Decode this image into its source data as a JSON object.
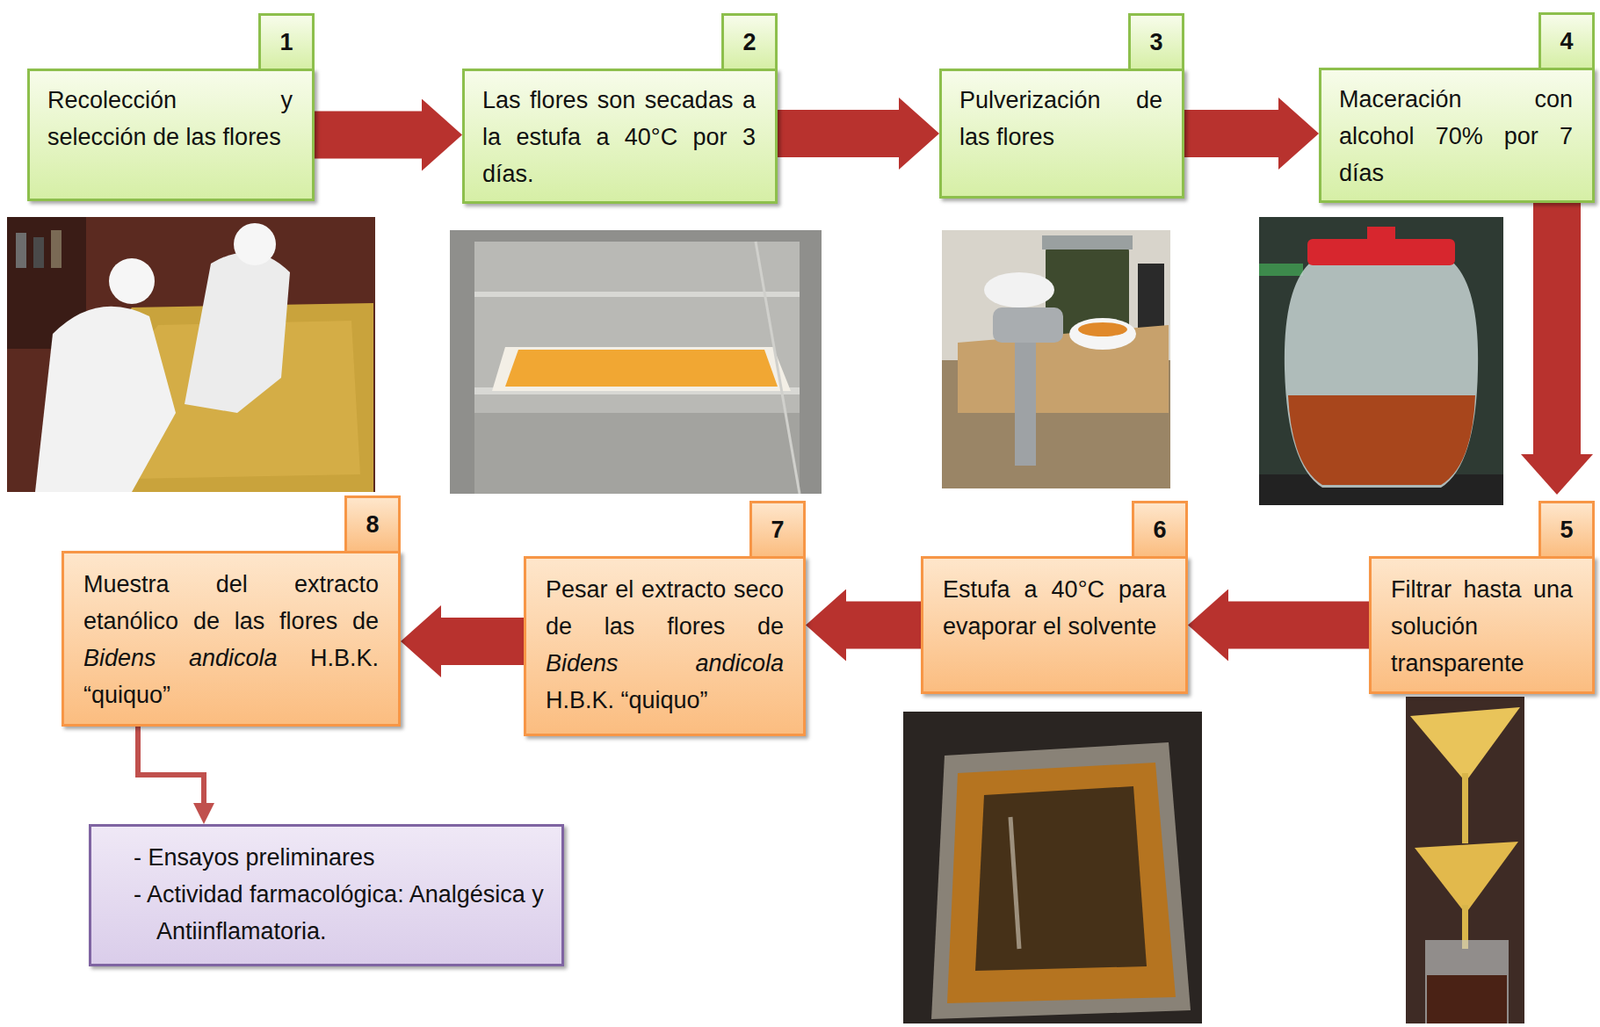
{
  "diagram": {
    "nodes": [
      {
        "text": [
          "1",
          "Recolección y selección de las flores"
        ]
      },
      {
        "text": [
          "2",
          "Las flores son secadas a la estufa a 40°C por 3 días."
        ]
      },
      {
        "text": [
          "3",
          "Pulverización de las flores"
        ]
      },
      {
        "text": [
          "4",
          "Maceración con alcohol 70% por 7 días"
        ]
      },
      {
        "text": [
          "5",
          "Filtrar hasta una solución transparente"
        ]
      },
      {
        "text": [
          "6",
          "Estufa a 40°C para evaporar el solvente"
        ]
      },
      {
        "text": [
          "7",
          "Pesar el extracto seco de las flores de Bidens andicola H.B.K. “quiquo”"
        ]
      },
      {
        "text": [
          "8",
          "Muestra del extracto etanólico de las flores de Bidens andicola H.B.K. “quiquo”"
        ]
      },
      {
        "text": [
          "- Ensayos preliminares",
          "- Actividad farmacológica: Analgésica y Antiinflamatoria."
        ]
      }
    ],
    "edges": [
      {
        "from": 0,
        "to": 1,
        "arrow": "to"
      },
      {
        "from": 1,
        "to": 2,
        "arrow": "to"
      },
      {
        "from": 2,
        "to": 3,
        "arrow": "to"
      },
      {
        "from": 3,
        "to": 4,
        "arrow": "to"
      },
      {
        "from": 4,
        "to": 5,
        "arrow": "to"
      },
      {
        "from": 5,
        "to": 6,
        "arrow": "to"
      },
      {
        "from": 6,
        "to": 7,
        "arrow": "to"
      },
      {
        "from": 7,
        "to": 8,
        "arrow": "to"
      }
    ]
  }
}
